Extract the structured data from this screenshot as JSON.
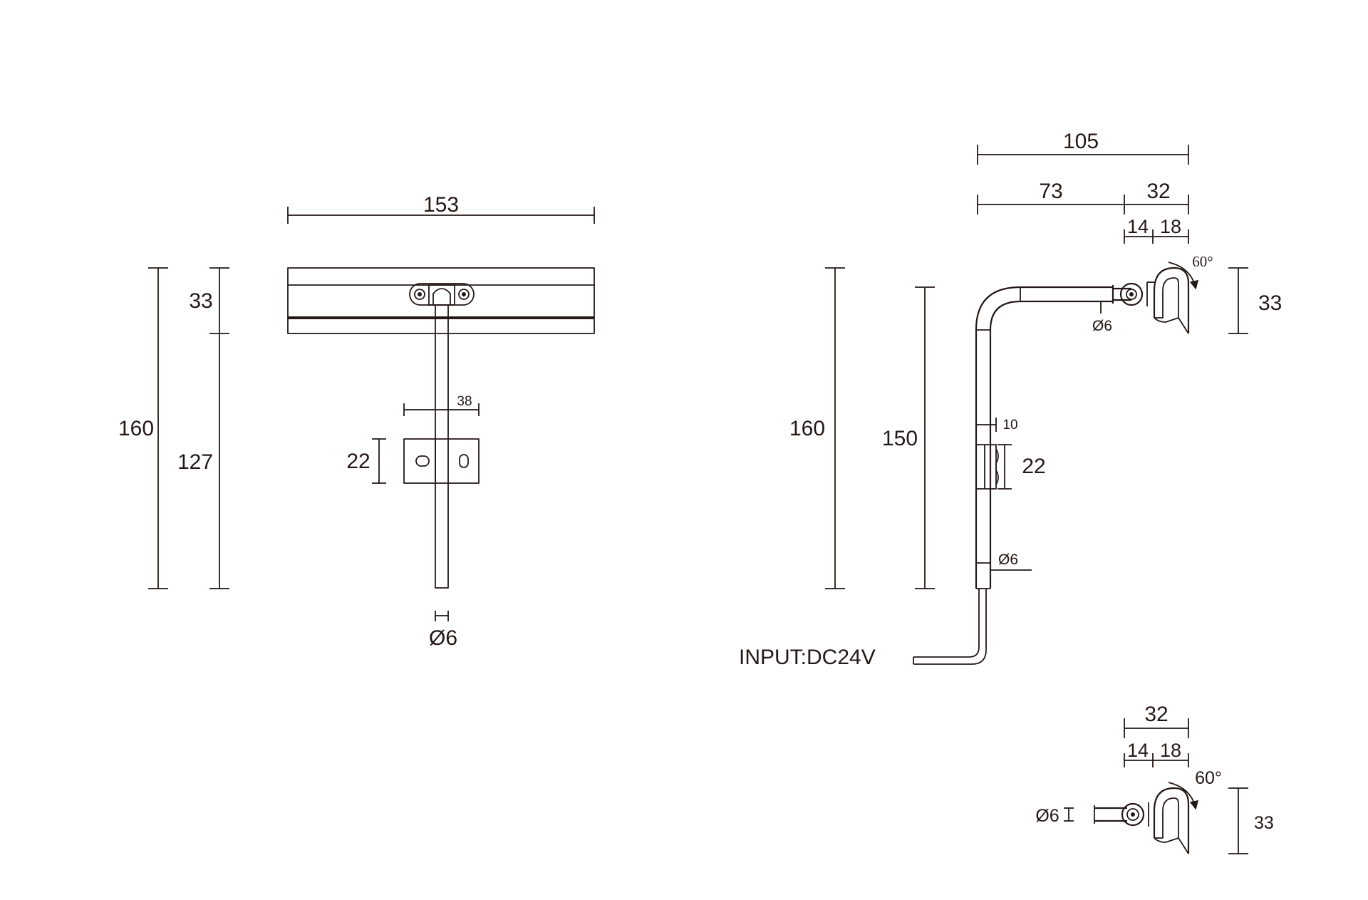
{
  "front_view": {
    "width": "153",
    "height_total": "160",
    "head_height": "33",
    "arm_length": "127",
    "bracket_width": "38",
    "bracket_height": "22",
    "rod_diameter": "Ø6"
  },
  "side_view": {
    "reach_total": "105",
    "reach_arm": "73",
    "head_depth": "32",
    "head_offset_a": "14",
    "head_offset_b": "18",
    "tilt_angle": "60°",
    "head_height": "33",
    "height_total": "160",
    "height_arm": "150",
    "bracket_thickness": "10",
    "bracket_height": "22",
    "rod_diameter_upper": "Ø6",
    "rod_diameter_lower": "Ø6",
    "input_label": "INPUT:DC24V"
  },
  "detail_view": {
    "head_depth": "32",
    "head_offset_a": "14",
    "head_offset_b": "18",
    "tilt_angle": "60°",
    "rod_diameter": "Ø6",
    "head_height": "33"
  }
}
